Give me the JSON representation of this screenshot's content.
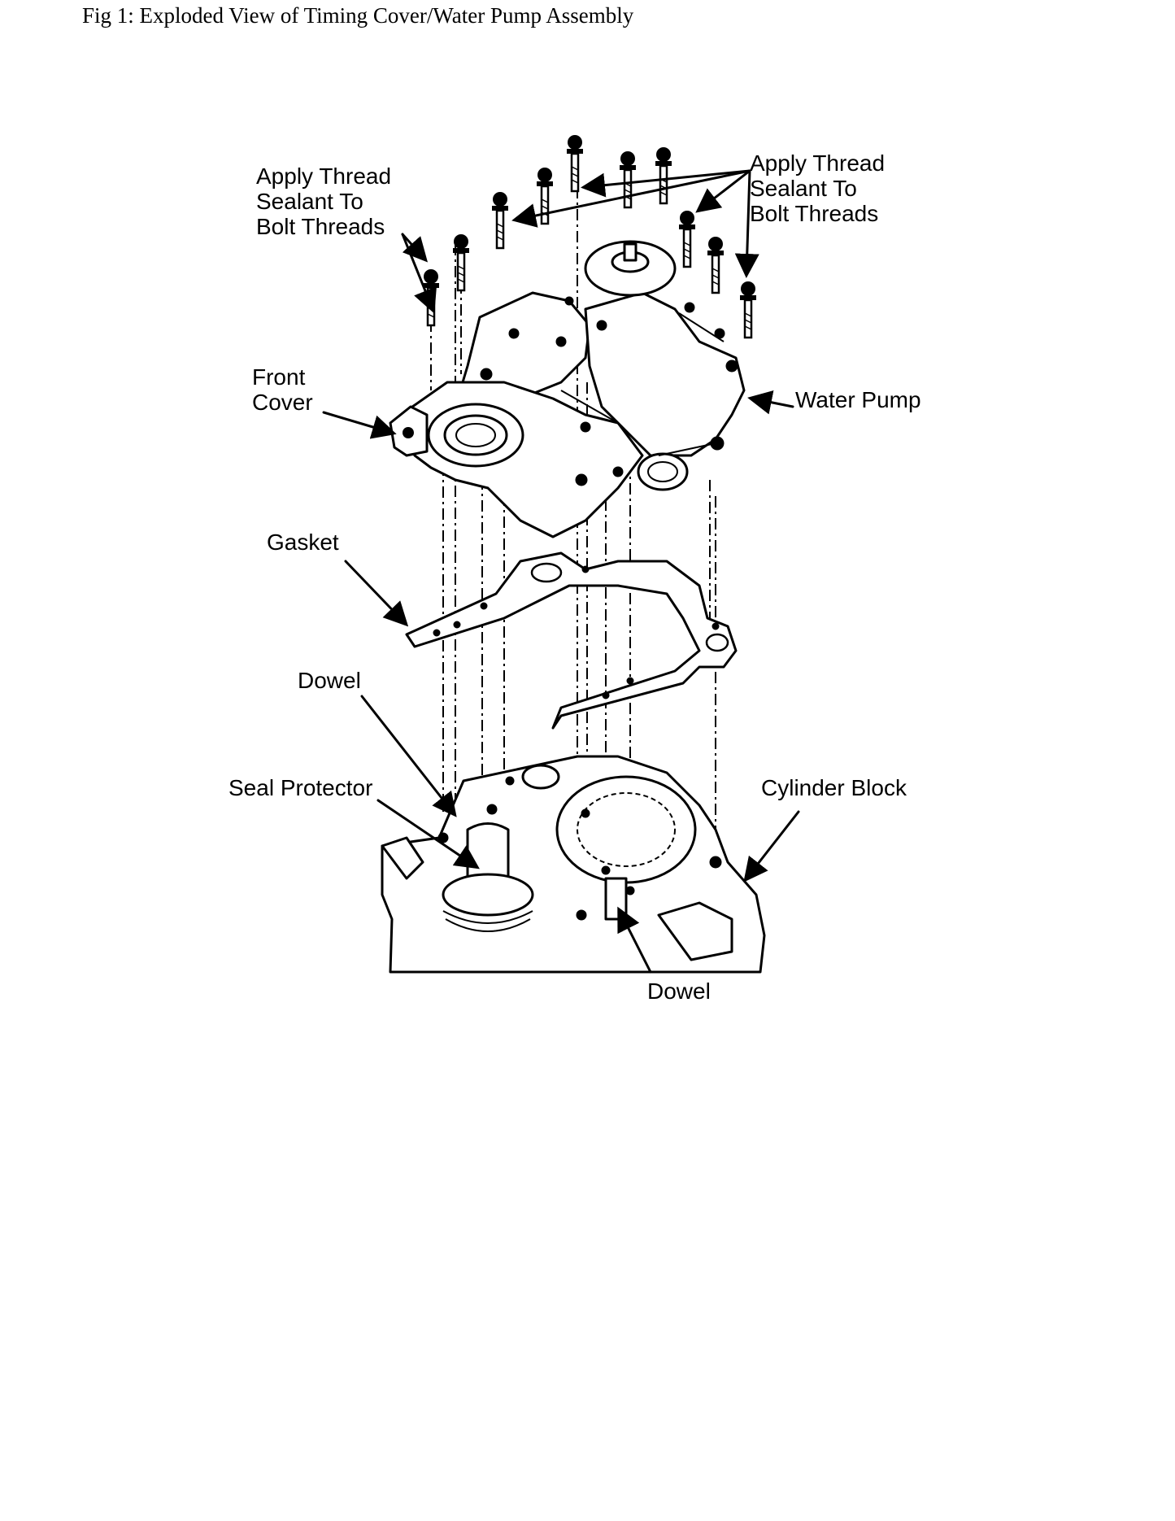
{
  "caption": "Fig 1: Exploded View of Timing Cover/Water Pump Assembly",
  "labels": {
    "sealant_left": [
      "Apply Thread",
      "Sealant To",
      "Bolt Threads"
    ],
    "sealant_right": [
      "Apply Thread",
      "Sealant To",
      "Bolt Threads"
    ],
    "front_cover": [
      "Front",
      "Cover"
    ],
    "water_pump": "Water Pump",
    "gasket": "Gasket",
    "dowel_upper": "Dowel",
    "seal_protector": "Seal Protector",
    "cylinder_block": "Cylinder Block",
    "dowel_lower": "Dowel"
  }
}
